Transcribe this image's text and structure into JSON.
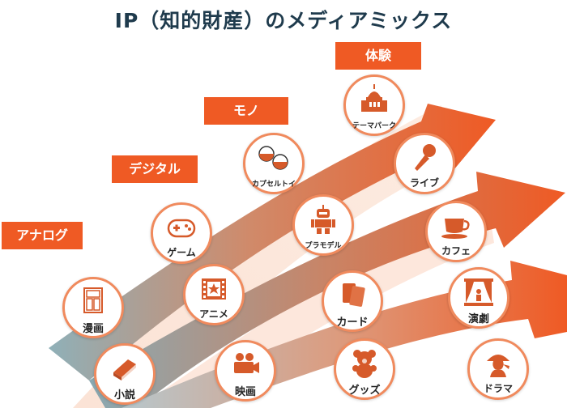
{
  "title": "IP（知的財産）のメディアミックス",
  "categories": {
    "analog": "アナログ",
    "digital": "デジタル",
    "mono": "モノ",
    "taiken": "体験"
  },
  "items": {
    "manga": "漫画",
    "shosetsu": "小説",
    "game": "ゲーム",
    "anime": "アニメ",
    "eiga": "映画",
    "capsule_toy": "カプセルトイ",
    "plamodel": "プラモデル",
    "card": "カード",
    "goods": "グッズ",
    "theme_park": "テーマパーク",
    "live": "ライブ",
    "cafe": "カフェ",
    "engeki": "演劇",
    "drama": "ドラマ"
  },
  "colors": {
    "accent": "#ef5a24",
    "circle_border": "#f08a5d",
    "title": "#1f3b4d"
  },
  "icons": [
    "book-icon",
    "manga-icon",
    "gamepad-icon",
    "film-icon",
    "movie-camera-icon",
    "capsule-icon",
    "robot-icon",
    "cards-icon",
    "teddy-bear-icon",
    "castle-icon",
    "microphone-icon",
    "coffee-cup-icon",
    "theater-stage-icon",
    "detective-icon"
  ]
}
